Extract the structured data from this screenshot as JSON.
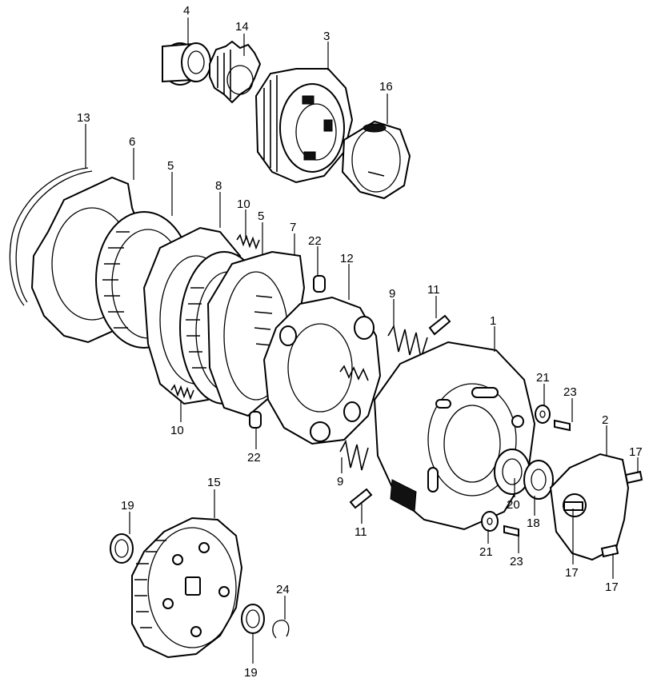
{
  "callouts": {
    "c1": "1",
    "c2": "2",
    "c3": "3",
    "c4": "4",
    "c5a": "5",
    "c5b": "5",
    "c6": "6",
    "c7": "7",
    "c8": "8",
    "c9a": "9",
    "c9b": "9",
    "c10a": "10",
    "c10b": "10",
    "c11a": "11",
    "c11b": "11",
    "c12": "12",
    "c13": "13",
    "c14": "14",
    "c15": "15",
    "c16": "16",
    "c17a": "17",
    "c17b": "17",
    "c17c": "17",
    "c18": "18",
    "c19a": "19",
    "c19b": "19",
    "c20": "20",
    "c21a": "21",
    "c21b": "21",
    "c22a": "22",
    "c22b": "22",
    "c23a": "23",
    "c23b": "23",
    "c24": "24"
  }
}
